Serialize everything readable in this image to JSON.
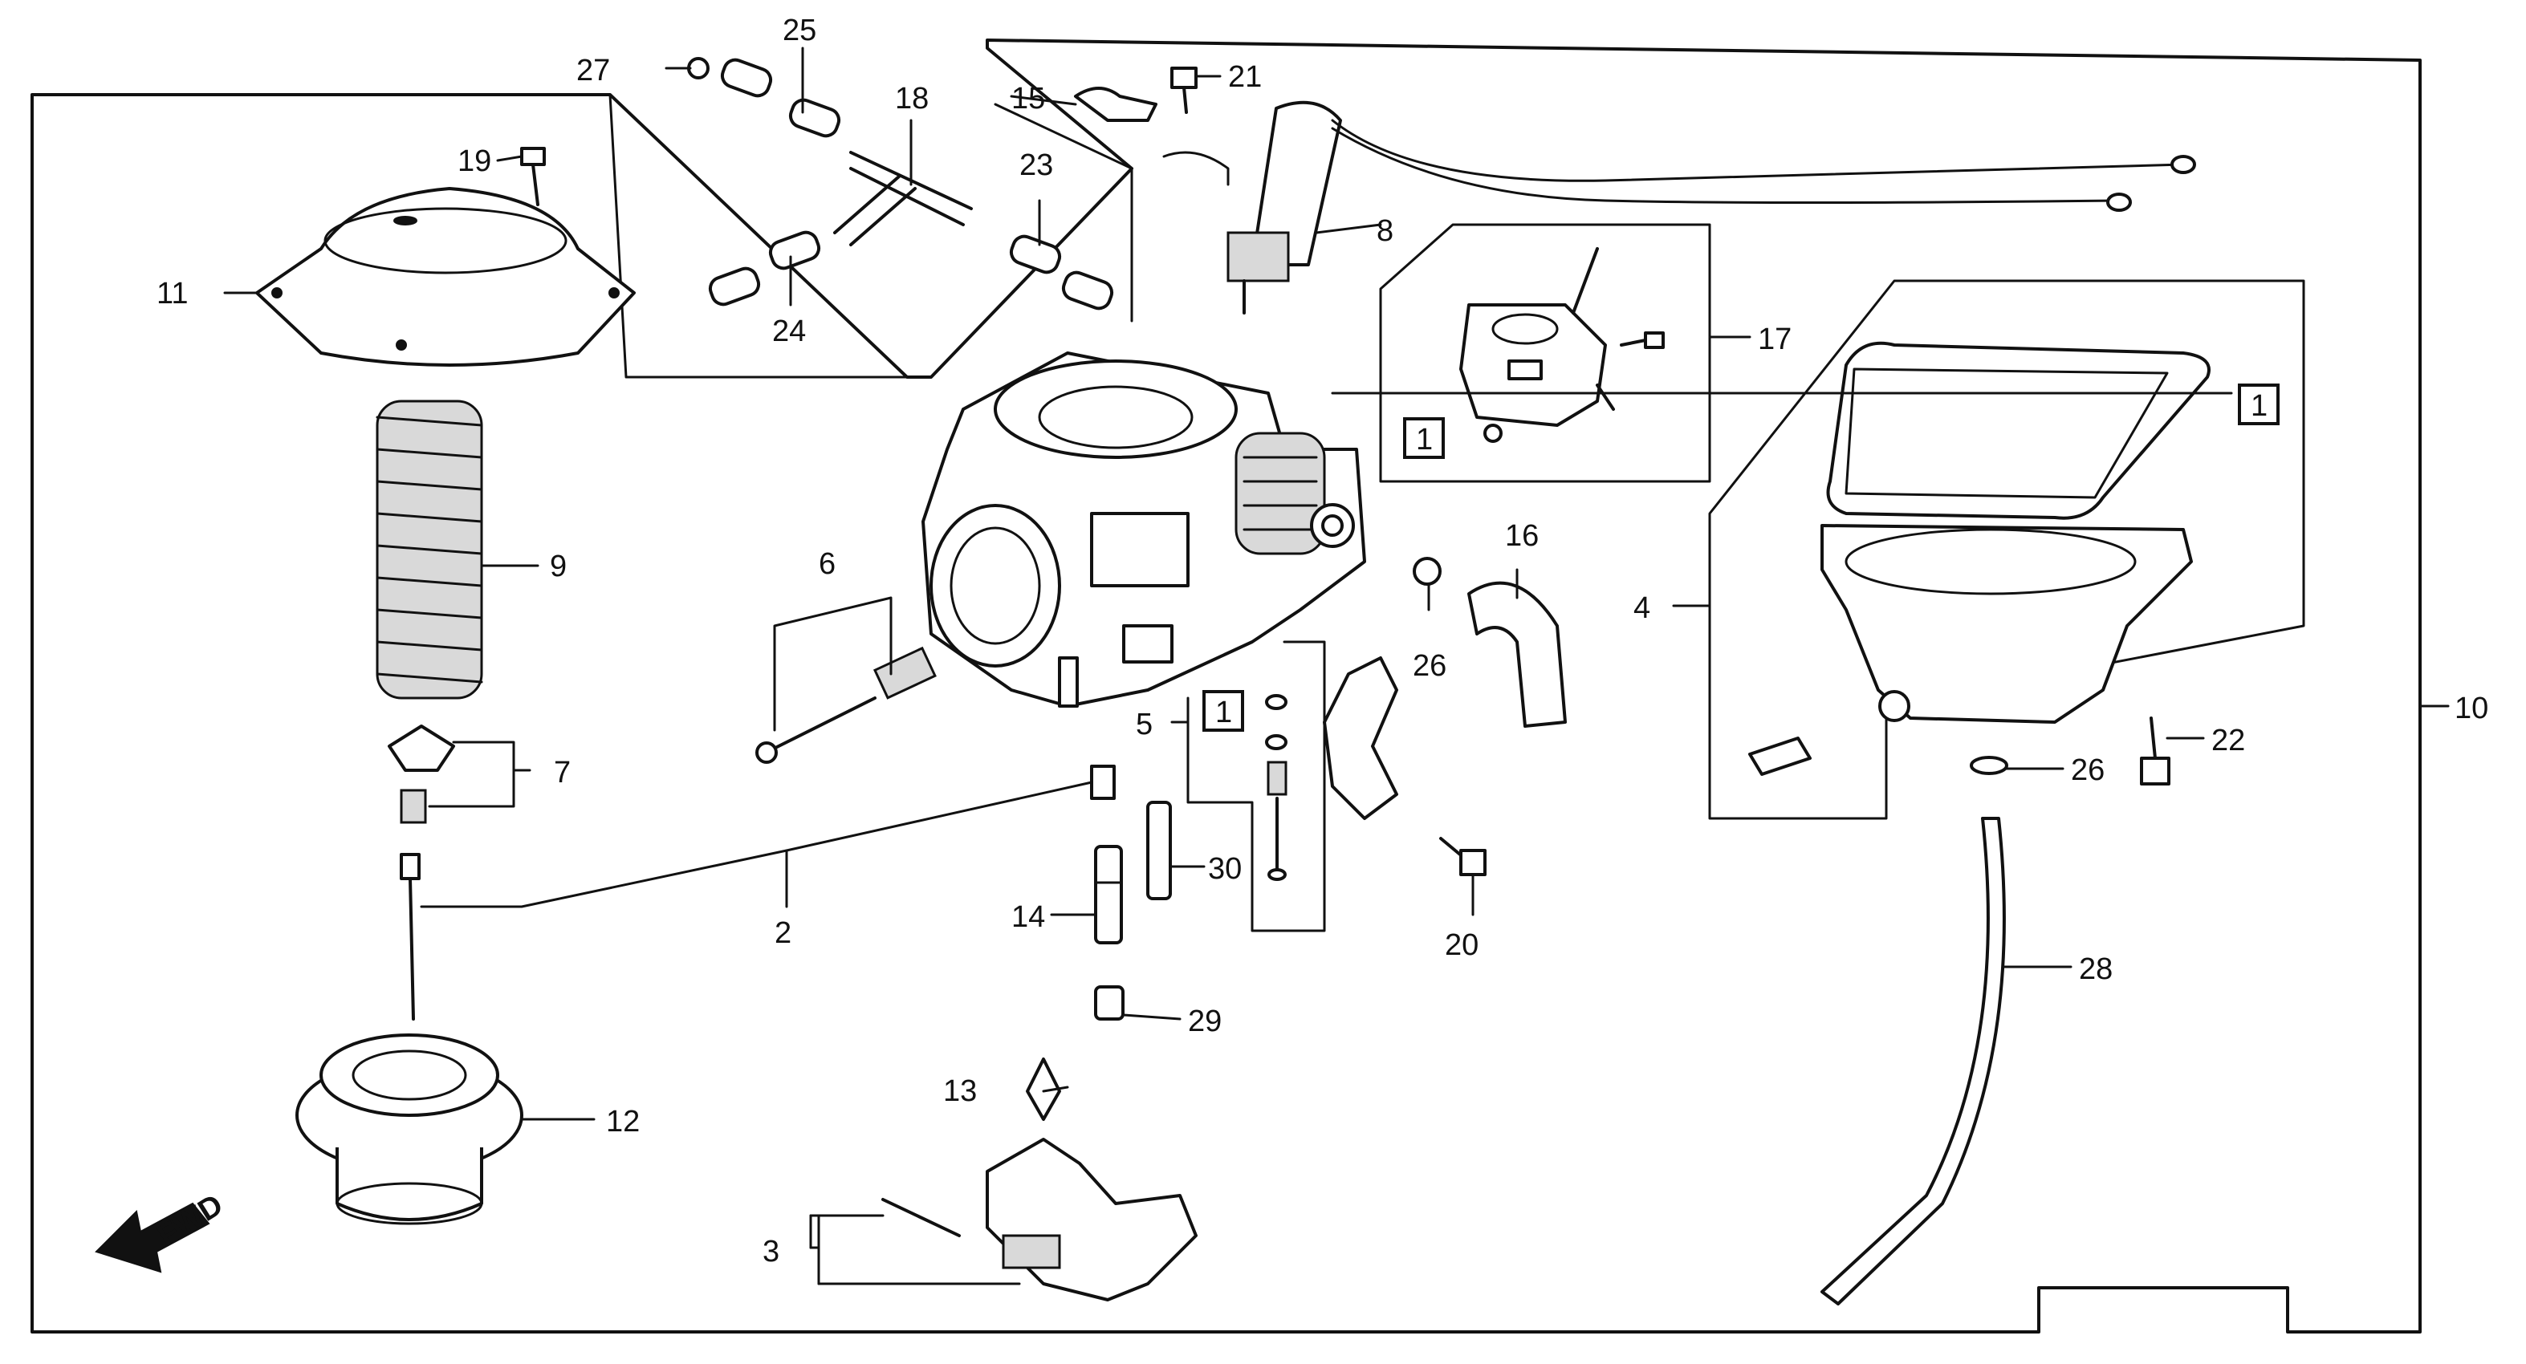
{
  "callouts": {
    "c2": "2",
    "c3": "3",
    "c4": "4",
    "c5": "5",
    "c6": "6",
    "c7": "7",
    "c8": "8",
    "c9": "9",
    "c10": "10",
    "c11": "11",
    "c12": "12",
    "c13": "13",
    "c14": "14",
    "c15": "15",
    "c16": "16",
    "c17": "17",
    "c18": "18",
    "c19": "19",
    "c20": "20",
    "c21": "21",
    "c22": "22",
    "c23": "23",
    "c24": "24",
    "c25": "25",
    "c26a": "26",
    "c26b": "26",
    "c27": "27",
    "c28": "28",
    "c29": "29",
    "c30": "30"
  },
  "kit_marks": {
    "k1": "1",
    "k2": "1",
    "k3": "1"
  },
  "direction_label": "FWD"
}
